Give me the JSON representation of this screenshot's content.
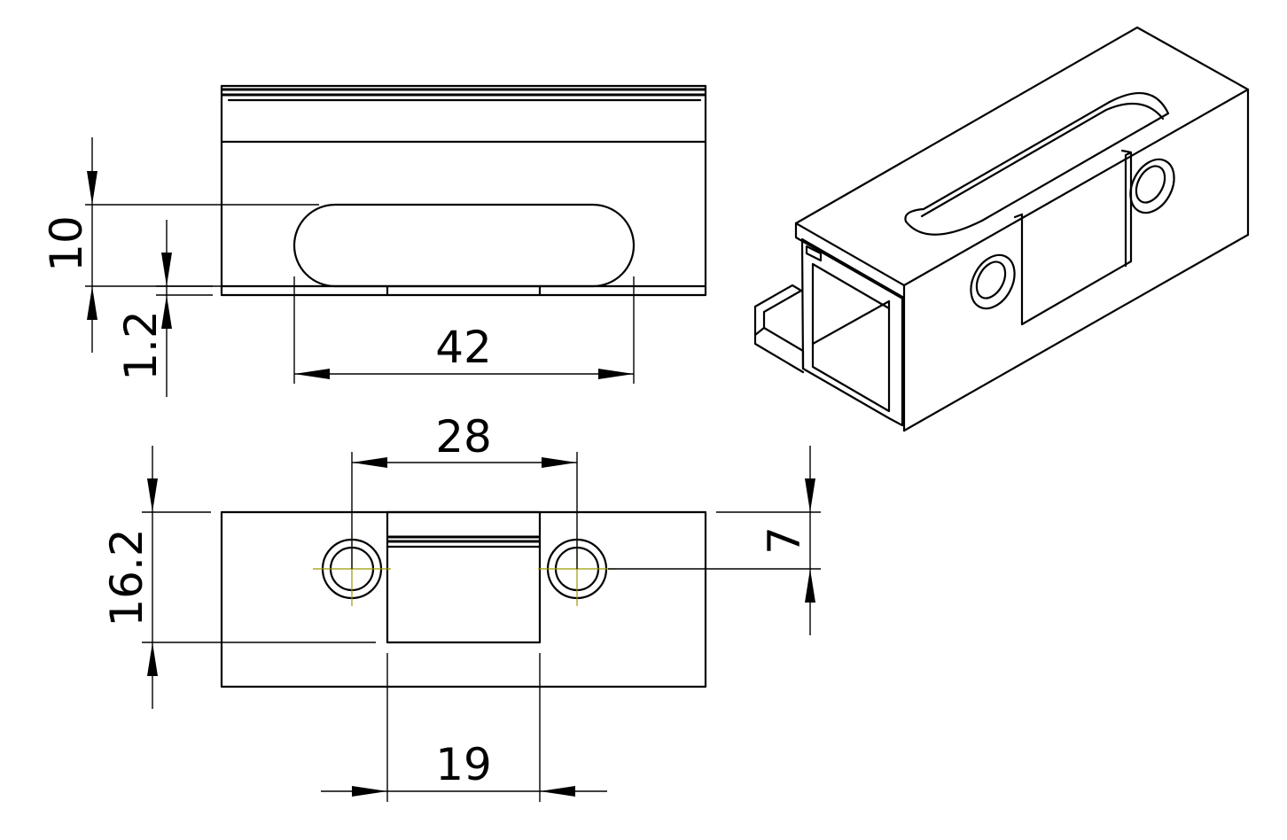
{
  "drawing": {
    "dimensions": {
      "slot_height": "10",
      "bottom_offset": "1.2",
      "slot_length": "42",
      "hole_spacing": "28",
      "plate_height": "16.2",
      "hole_offset": "7",
      "channel_width": "19"
    },
    "colors": {
      "line": "#000000",
      "centerline": "#9a9a00",
      "background": "#ffffff"
    }
  }
}
